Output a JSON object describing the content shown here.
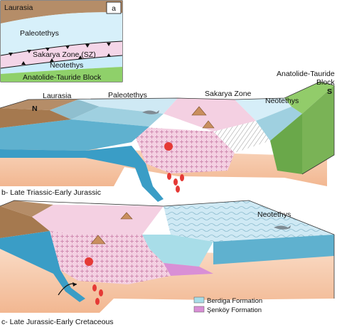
{
  "panel_a": {
    "letter": "a",
    "labels": {
      "laurasia": "Laurasia",
      "paleotethys": "Paleotethys",
      "sakarya": "Sakarya Zone (SZ)",
      "neotethys": "Neotethys",
      "anatolide": "Anatolide-Tauride Block"
    }
  },
  "panel_b": {
    "labels": {
      "laurasia": "Laurasia",
      "paleotethys": "Paleotethys",
      "sakarya": "Sakarya Zone",
      "neotethys": "Neotethys",
      "anatolide_1": "Anatolide-Tauride",
      "anatolide_2": "Block",
      "north": "N",
      "south": "S"
    },
    "caption": "b- Late Triassic-Early Jurassic"
  },
  "panel_c": {
    "labels": {
      "neotethys": "Neotethys"
    },
    "legend": [
      {
        "label": "Berdiga Formation",
        "color": "#a8dde8"
      },
      {
        "label": "Şenköy Formation",
        "color": "#d98fd6"
      }
    ],
    "caption": "c- Late Jurassic-Early Cretaceous"
  },
  "colors": {
    "laurasia": "#c9a882",
    "paleotethys": "#cfe9f4",
    "sakarya": "#f4d0e2",
    "neotethys": "#d6eef8",
    "anatolide": "#92cc6a",
    "sea_face": "#9fd0e0",
    "crust_blue": "#4aa7c8",
    "mantle": "#f6c8a2",
    "magma": "#e53935"
  }
}
